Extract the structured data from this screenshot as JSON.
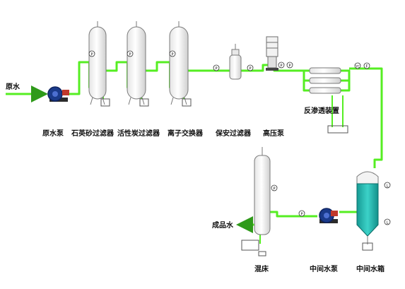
{
  "labels": {
    "raw_water": "原水",
    "raw_water_pump": "原水泵",
    "quartz_sand_filter": "石英砂过滤器",
    "activated_carbon_filter": "活性炭过滤器",
    "ion_exchanger": "离子交换器",
    "security_filter": "保安过滤器",
    "high_pressure_pump": "高压泵",
    "reverse_osmosis_unit": "反渗透装置",
    "product_water": "成品水",
    "mixed_bed": "混床",
    "intermediate_water_pump": "中间水泵",
    "intermediate_water_tank": "中间水箱"
  },
  "instrument_marks": {
    "pressure": "P",
    "flow": "F",
    "level": "L",
    "conductivity": "YC"
  },
  "colors": {
    "pipe": "#55ee22",
    "pipe_dark": "#2f9a1a",
    "vessel_outline": "#7a7a7a",
    "tank_water": "#22b7b0",
    "pump_body": "#1a3a8a",
    "text": "#111111"
  }
}
